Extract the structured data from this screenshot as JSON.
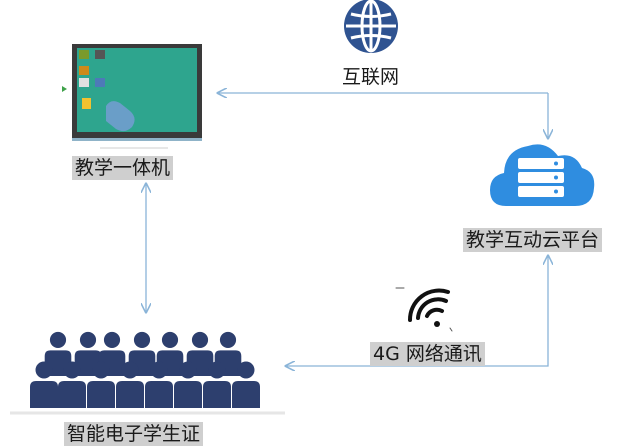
{
  "nodes": {
    "internet": {
      "label": "互联网",
      "icon": "globe-icon"
    },
    "teaching_machine": {
      "label": "教学一体机",
      "icon": "smartboard-icon"
    },
    "cloud_platform": {
      "label": "教学互动云平台",
      "icon": "cloud-server-icon"
    },
    "student_cards": {
      "label": "智能电子学生证",
      "icon": "students-group-icon"
    },
    "network_4g": {
      "label": "4G 网络通讯",
      "icon": "wifi-signal-icon"
    }
  },
  "colors": {
    "arrow": "#8ab4d8",
    "globe": "#2f5391",
    "cloud": "#2f8de0",
    "people": "#2d3f6e",
    "screen": "#2ea58e",
    "label_bg": "#cfcfcf"
  }
}
